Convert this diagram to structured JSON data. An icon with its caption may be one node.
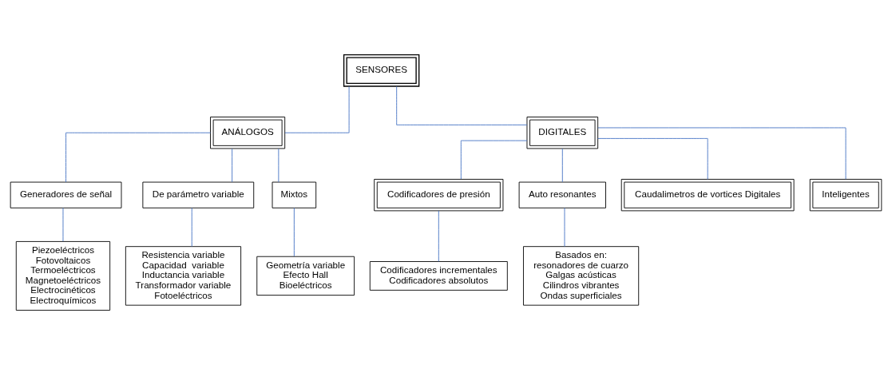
{
  "diagram": {
    "nodes": [
      {
        "text": [
          "SENSORES"
        ]
      },
      {
        "text": [
          "ANÁLOGOS"
        ]
      },
      {
        "text": [
          "DIGITALES"
        ]
      },
      {
        "text": [
          "Generadores de señal"
        ]
      },
      {
        "text": [
          "De parámetro variable"
        ]
      },
      {
        "text": [
          "Mixtos"
        ]
      },
      {
        "text": [
          "Codificadores de presión"
        ]
      },
      {
        "text": [
          "Auto resonantes"
        ]
      },
      {
        "text": [
          "Caudalimetros de vortices Digitales"
        ]
      },
      {
        "text": [
          "Inteligentes"
        ]
      },
      {
        "text": [
          "Piezoeléctricos",
          "Fotovoltaicos",
          "Termoeléctricos",
          "Magnetoeléctricos",
          "Electrocinéticos",
          "Electroquímicos"
        ]
      },
      {
        "text": [
          "Resistencia variable",
          "Capacidad  variable",
          "Inductancia variable",
          "Transformador variable",
          "Fotoeléctricos"
        ]
      },
      {
        "text": [
          "Geometría variable",
          "Efecto Hall",
          "Bioeléctricos"
        ]
      },
      {
        "text": [
          "Codificadores incrementales",
          "Codificadores absolutos"
        ]
      },
      {
        "text": [
          "Basados en:",
          "resonadores de cuarzo",
          "Galgas acústicas",
          "Cilindros vibrantes",
          "Ondas superficiales"
        ]
      }
    ],
    "edges": [
      {
        "from": 0,
        "to": 1,
        "arrow": "none"
      },
      {
        "from": 0,
        "to": 2,
        "arrow": "none"
      },
      {
        "from": 1,
        "to": 3,
        "arrow": "none"
      },
      {
        "from": 1,
        "to": 4,
        "arrow": "none"
      },
      {
        "from": 1,
        "to": 5,
        "arrow": "none"
      },
      {
        "from": 2,
        "to": 6,
        "arrow": "none"
      },
      {
        "from": 2,
        "to": 7,
        "arrow": "none"
      },
      {
        "from": 2,
        "to": 8,
        "arrow": "none"
      },
      {
        "from": 2,
        "to": 9,
        "arrow": "none"
      },
      {
        "from": 3,
        "to": 10,
        "arrow": "none"
      },
      {
        "from": 4,
        "to": 11,
        "arrow": "none"
      },
      {
        "from": 5,
        "to": 12,
        "arrow": "none"
      },
      {
        "from": 6,
        "to": 13,
        "arrow": "none"
      },
      {
        "from": 7,
        "to": 14,
        "arrow": "none"
      }
    ]
  }
}
